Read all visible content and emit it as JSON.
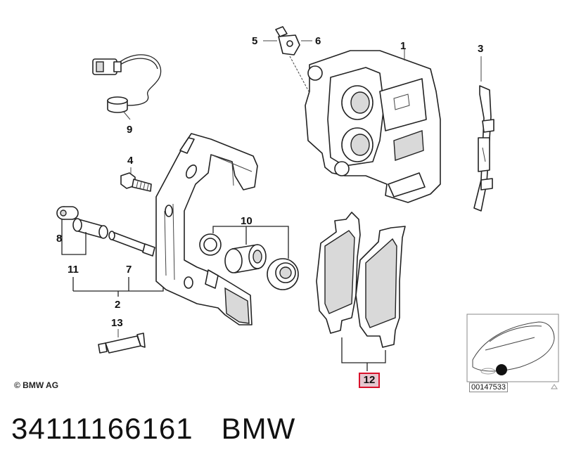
{
  "labels": {
    "p1": "1",
    "p2": "2",
    "p3": "3",
    "p4": "4",
    "p5": "5",
    "p6": "6",
    "p7": "7",
    "p8": "8",
    "p9": "9",
    "p10": "10",
    "p11": "11",
    "p12": "12",
    "p13": "13"
  },
  "copyright": "© BMW AG",
  "thumbnail_code": "00147533",
  "footer": {
    "part_number": "34111166161",
    "brand": "BMW"
  },
  "colors": {
    "highlight_border": "#d9112b",
    "highlight_fill": "#e6c7cf",
    "line": "#222222"
  }
}
